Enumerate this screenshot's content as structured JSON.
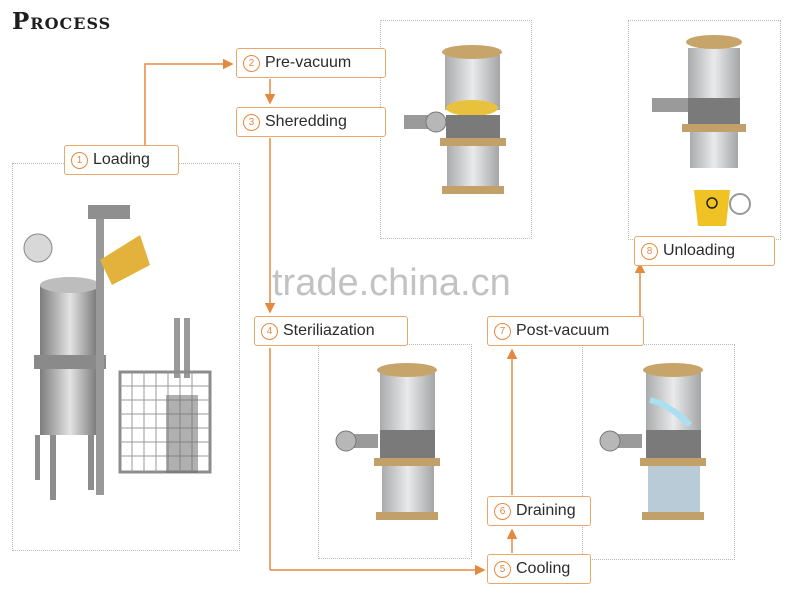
{
  "title": "Process",
  "watermark": "trade.china.cn",
  "accent_color": "#e38a3f",
  "steps": [
    {
      "num": "1",
      "label": "Loading"
    },
    {
      "num": "2",
      "label": "Pre-vacuum"
    },
    {
      "num": "3",
      "label": "Sheredding"
    },
    {
      "num": "4",
      "label": "Steriliazation"
    },
    {
      "num": "5",
      "label": "Cooling"
    },
    {
      "num": "6",
      "label": "Draining"
    },
    {
      "num": "7",
      "label": "Post-vacuum"
    },
    {
      "num": "8",
      "label": "Unloading"
    }
  ]
}
